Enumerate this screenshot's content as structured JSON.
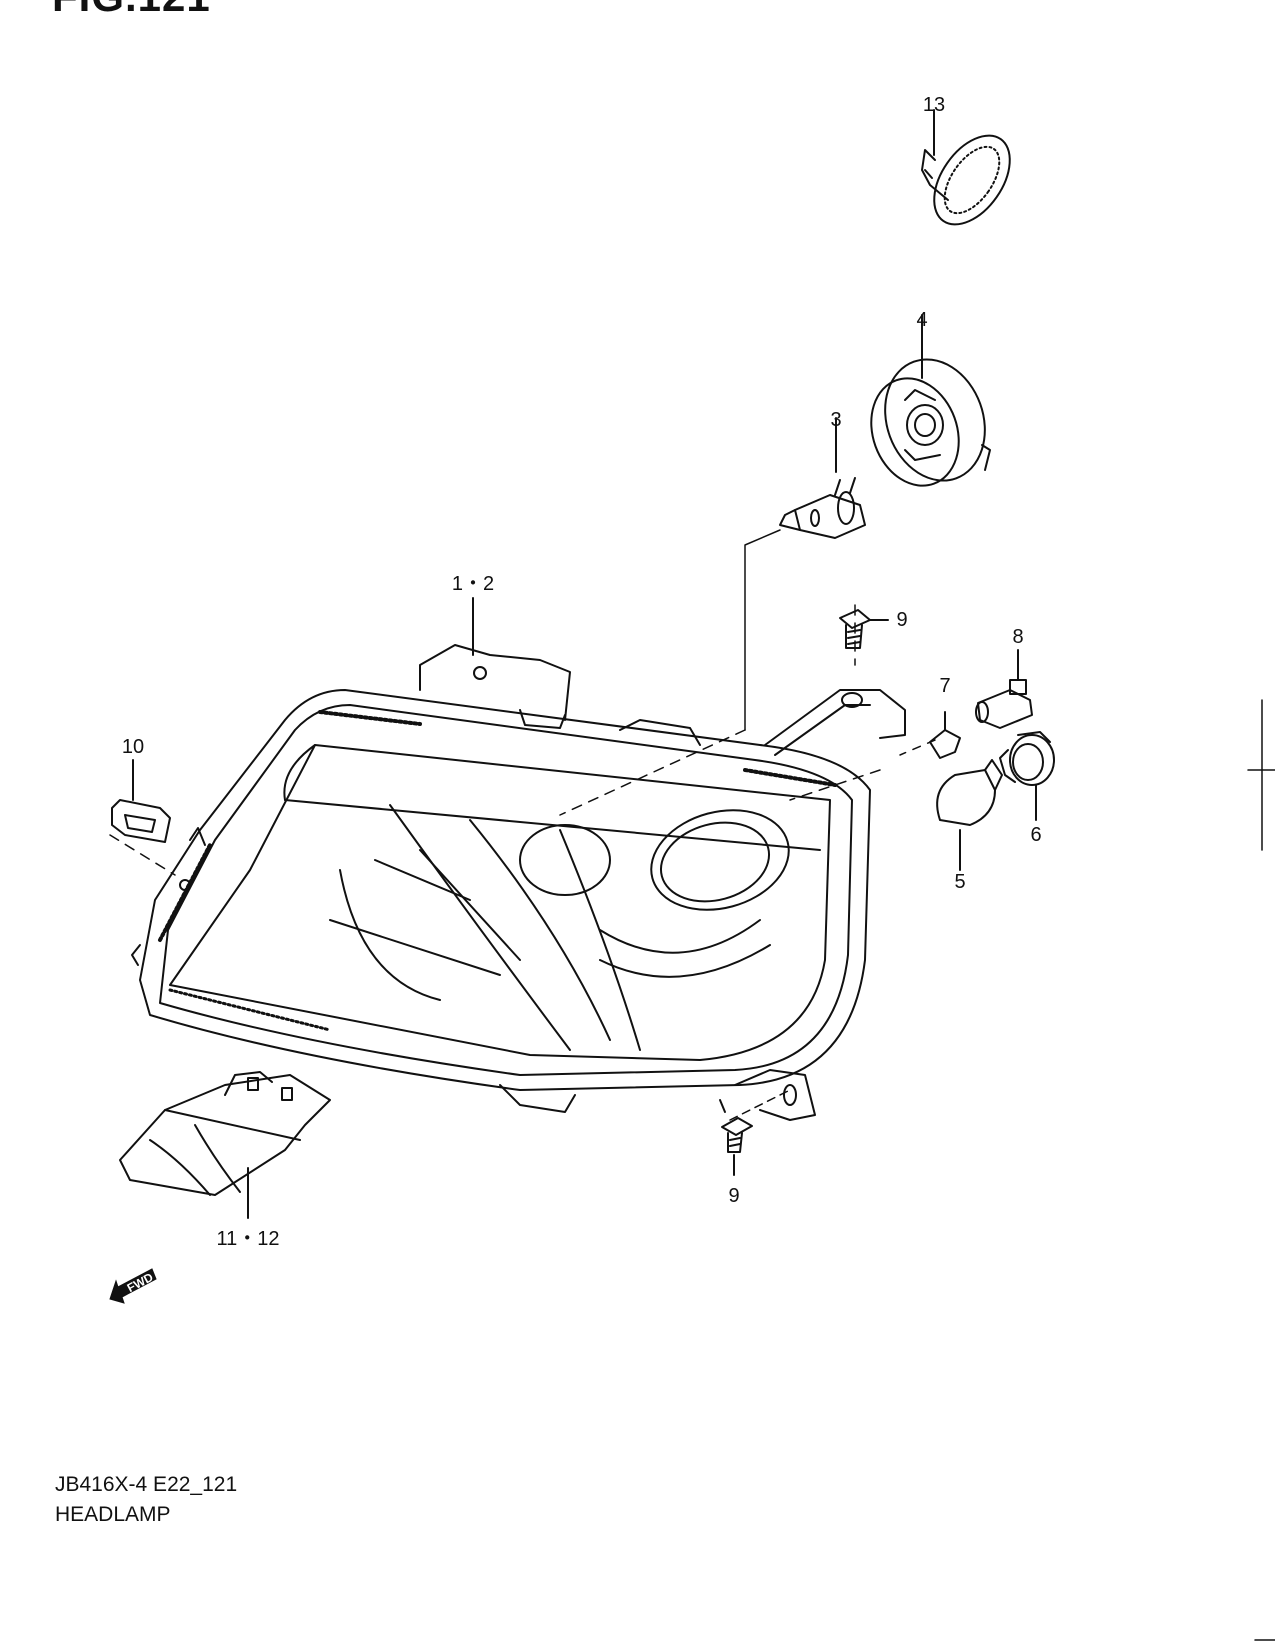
{
  "figure": {
    "title": "FIG.121"
  },
  "callouts": [
    {
      "id": "c13",
      "label": "13"
    },
    {
      "id": "c4",
      "label": "4"
    },
    {
      "id": "c3",
      "label": "3"
    },
    {
      "id": "c12",
      "label": "1・2"
    },
    {
      "id": "c9a",
      "label": "9"
    },
    {
      "id": "c8",
      "label": "8"
    },
    {
      "id": "c7",
      "label": "7"
    },
    {
      "id": "c10",
      "label": "10"
    },
    {
      "id": "c6",
      "label": "6"
    },
    {
      "id": "c5",
      "label": "5"
    },
    {
      "id": "c9b",
      "label": "9"
    },
    {
      "id": "c1112",
      "label": "11・12"
    }
  ],
  "fwd_arrow": {
    "label": "FWD",
    "icon": "forward-arrow-icon"
  },
  "footer": {
    "code": "JB416X-4 E22_121",
    "name": "HEADLAMP"
  },
  "colors": {
    "line": "#111111",
    "background": "#ffffff"
  }
}
